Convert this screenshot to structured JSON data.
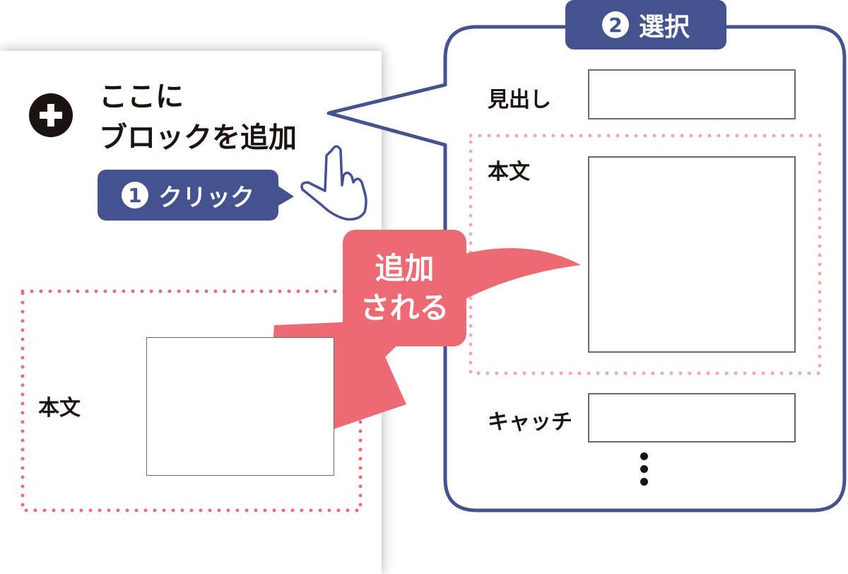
{
  "left": {
    "add_prompt_line1": "ここに",
    "add_prompt_line2": "ブロックを追加",
    "step1_number": "1",
    "step1_label": "クリック",
    "added_block_label": "本文"
  },
  "callout": {
    "label_line1": "追加",
    "label_line2": "される"
  },
  "right": {
    "step2_number": "2",
    "step2_label": "選択",
    "blocks": [
      {
        "label": "見出し"
      },
      {
        "label": "本文"
      },
      {
        "label": "キャッチ"
      }
    ]
  },
  "colors": {
    "navy": "#44528f",
    "pink": "#ec6a73",
    "light_pink": "#f4a9a8"
  }
}
